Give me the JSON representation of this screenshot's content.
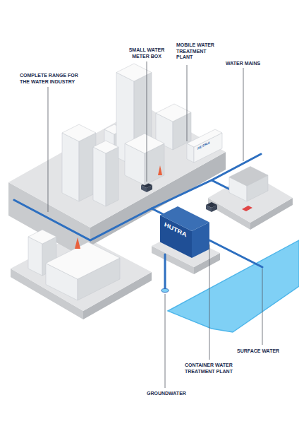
{
  "diagram": {
    "labels": [
      "MOBILE WATER TREATMENT PLANT",
      "SMALL WATER METER BOX",
      "WATER MAINS",
      "COMPLETE RANGE FOR THE WATER INDUSTRY",
      "HUTRA",
      "HUTRA",
      "SURFACE WATER",
      "CONTAINER WATER TREATMENT PLANT",
      "GROUNDWATER"
    ]
  }
}
